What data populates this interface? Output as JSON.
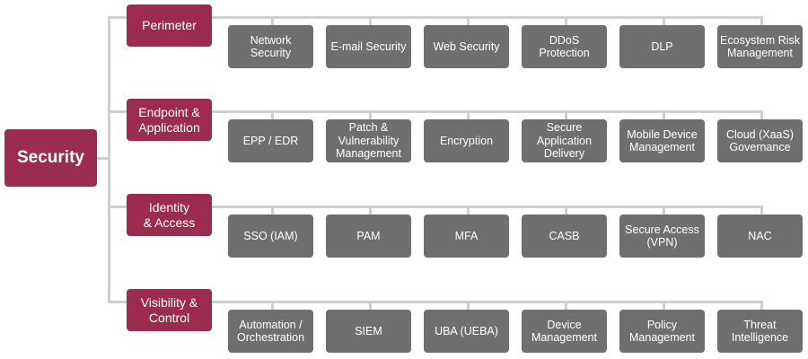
{
  "root": {
    "label": "Security"
  },
  "colors": {
    "root": "#9b2c4f",
    "category": "#9b2c4f",
    "item": "#6f6f6f",
    "connector": "#cfcfcf",
    "text": "#ffffff"
  },
  "categories": [
    {
      "label": "Perimeter",
      "items": [
        "Network\nSecurity",
        "E-mail Security",
        "Web Security",
        "DDoS\nProtection",
        "DLP",
        "Ecosystem Risk\nManagement"
      ]
    },
    {
      "label": "Endpoint &\nApplication",
      "items": [
        "EPP / EDR",
        "Patch &\nVulnerability\nManagement",
        "Encryption",
        "Secure\nApplication\nDelivery",
        "Mobile Device\nManagement",
        "Cloud (XaaS)\nGovernance"
      ]
    },
    {
      "label": "Identity\n& Access",
      "items": [
        "SSO (IAM)",
        "PAM",
        "MFA",
        "CASB",
        "Secure Access\n(VPN)",
        "NAC"
      ]
    },
    {
      "label": "Visibility &\nControl",
      "items": [
        "Automation /\nOrchestration",
        "SIEM",
        "UBA (UEBA)",
        "Device\nManagement",
        "Policy\nManagement",
        "Threat\nIntelligence"
      ]
    }
  ]
}
